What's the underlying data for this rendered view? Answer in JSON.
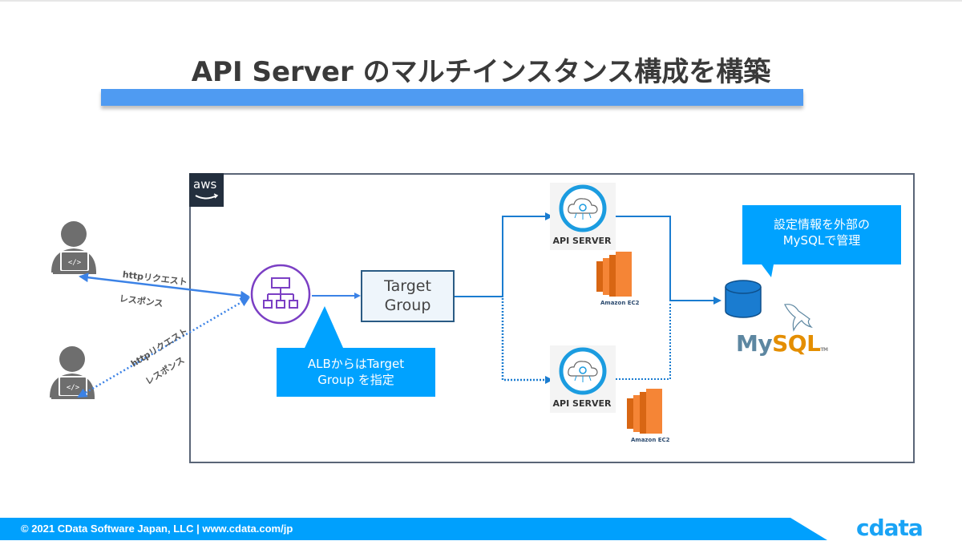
{
  "slide": {
    "title": "API Server のマルチインスタンス構成を構築",
    "colors": {
      "title_bar": "#4f9bf2",
      "accent_blue": "#00a2ff",
      "arrow_blue": "#1a7cd0",
      "alb_purple": "#7b3fc4",
      "ec2_orange": "#f58536",
      "aws_dark": "#232f3e"
    }
  },
  "diagram": {
    "aws_logo": "aws",
    "clients": [
      {
        "icon": "developer-laptop-icon",
        "request_label": "httpリクエスト",
        "response_label": "レスポンス",
        "line_style": "solid"
      },
      {
        "icon": "developer-laptop-icon",
        "request_label": "httpリクエスト",
        "response_label": "レスポンス",
        "line_style": "dotted"
      }
    ],
    "load_balancer": {
      "icon": "application-load-balancer-icon"
    },
    "target_group": {
      "line1": "Target",
      "line2": "Group"
    },
    "alb_callout": {
      "line1": "ALBからはTarget",
      "line2": "Group を指定"
    },
    "api_servers": [
      {
        "label": "API SERVER",
        "ec2_label": "Amazon EC2",
        "line_style": "solid"
      },
      {
        "label": "API SERVER",
        "ec2_label": "Amazon EC2",
        "line_style": "dotted"
      }
    ],
    "database": {
      "icon": "database-cylinder-icon",
      "logo_my": "My",
      "logo_sql": "SQL",
      "logo_tm": "TM"
    },
    "db_callout": {
      "line1": "設定情報を外部の",
      "line2": "MySQLで管理"
    }
  },
  "footer": {
    "copyright": "© 2021 CData Software Japan, LLC |  www.cdata.com/jp",
    "logo": "cdata"
  }
}
